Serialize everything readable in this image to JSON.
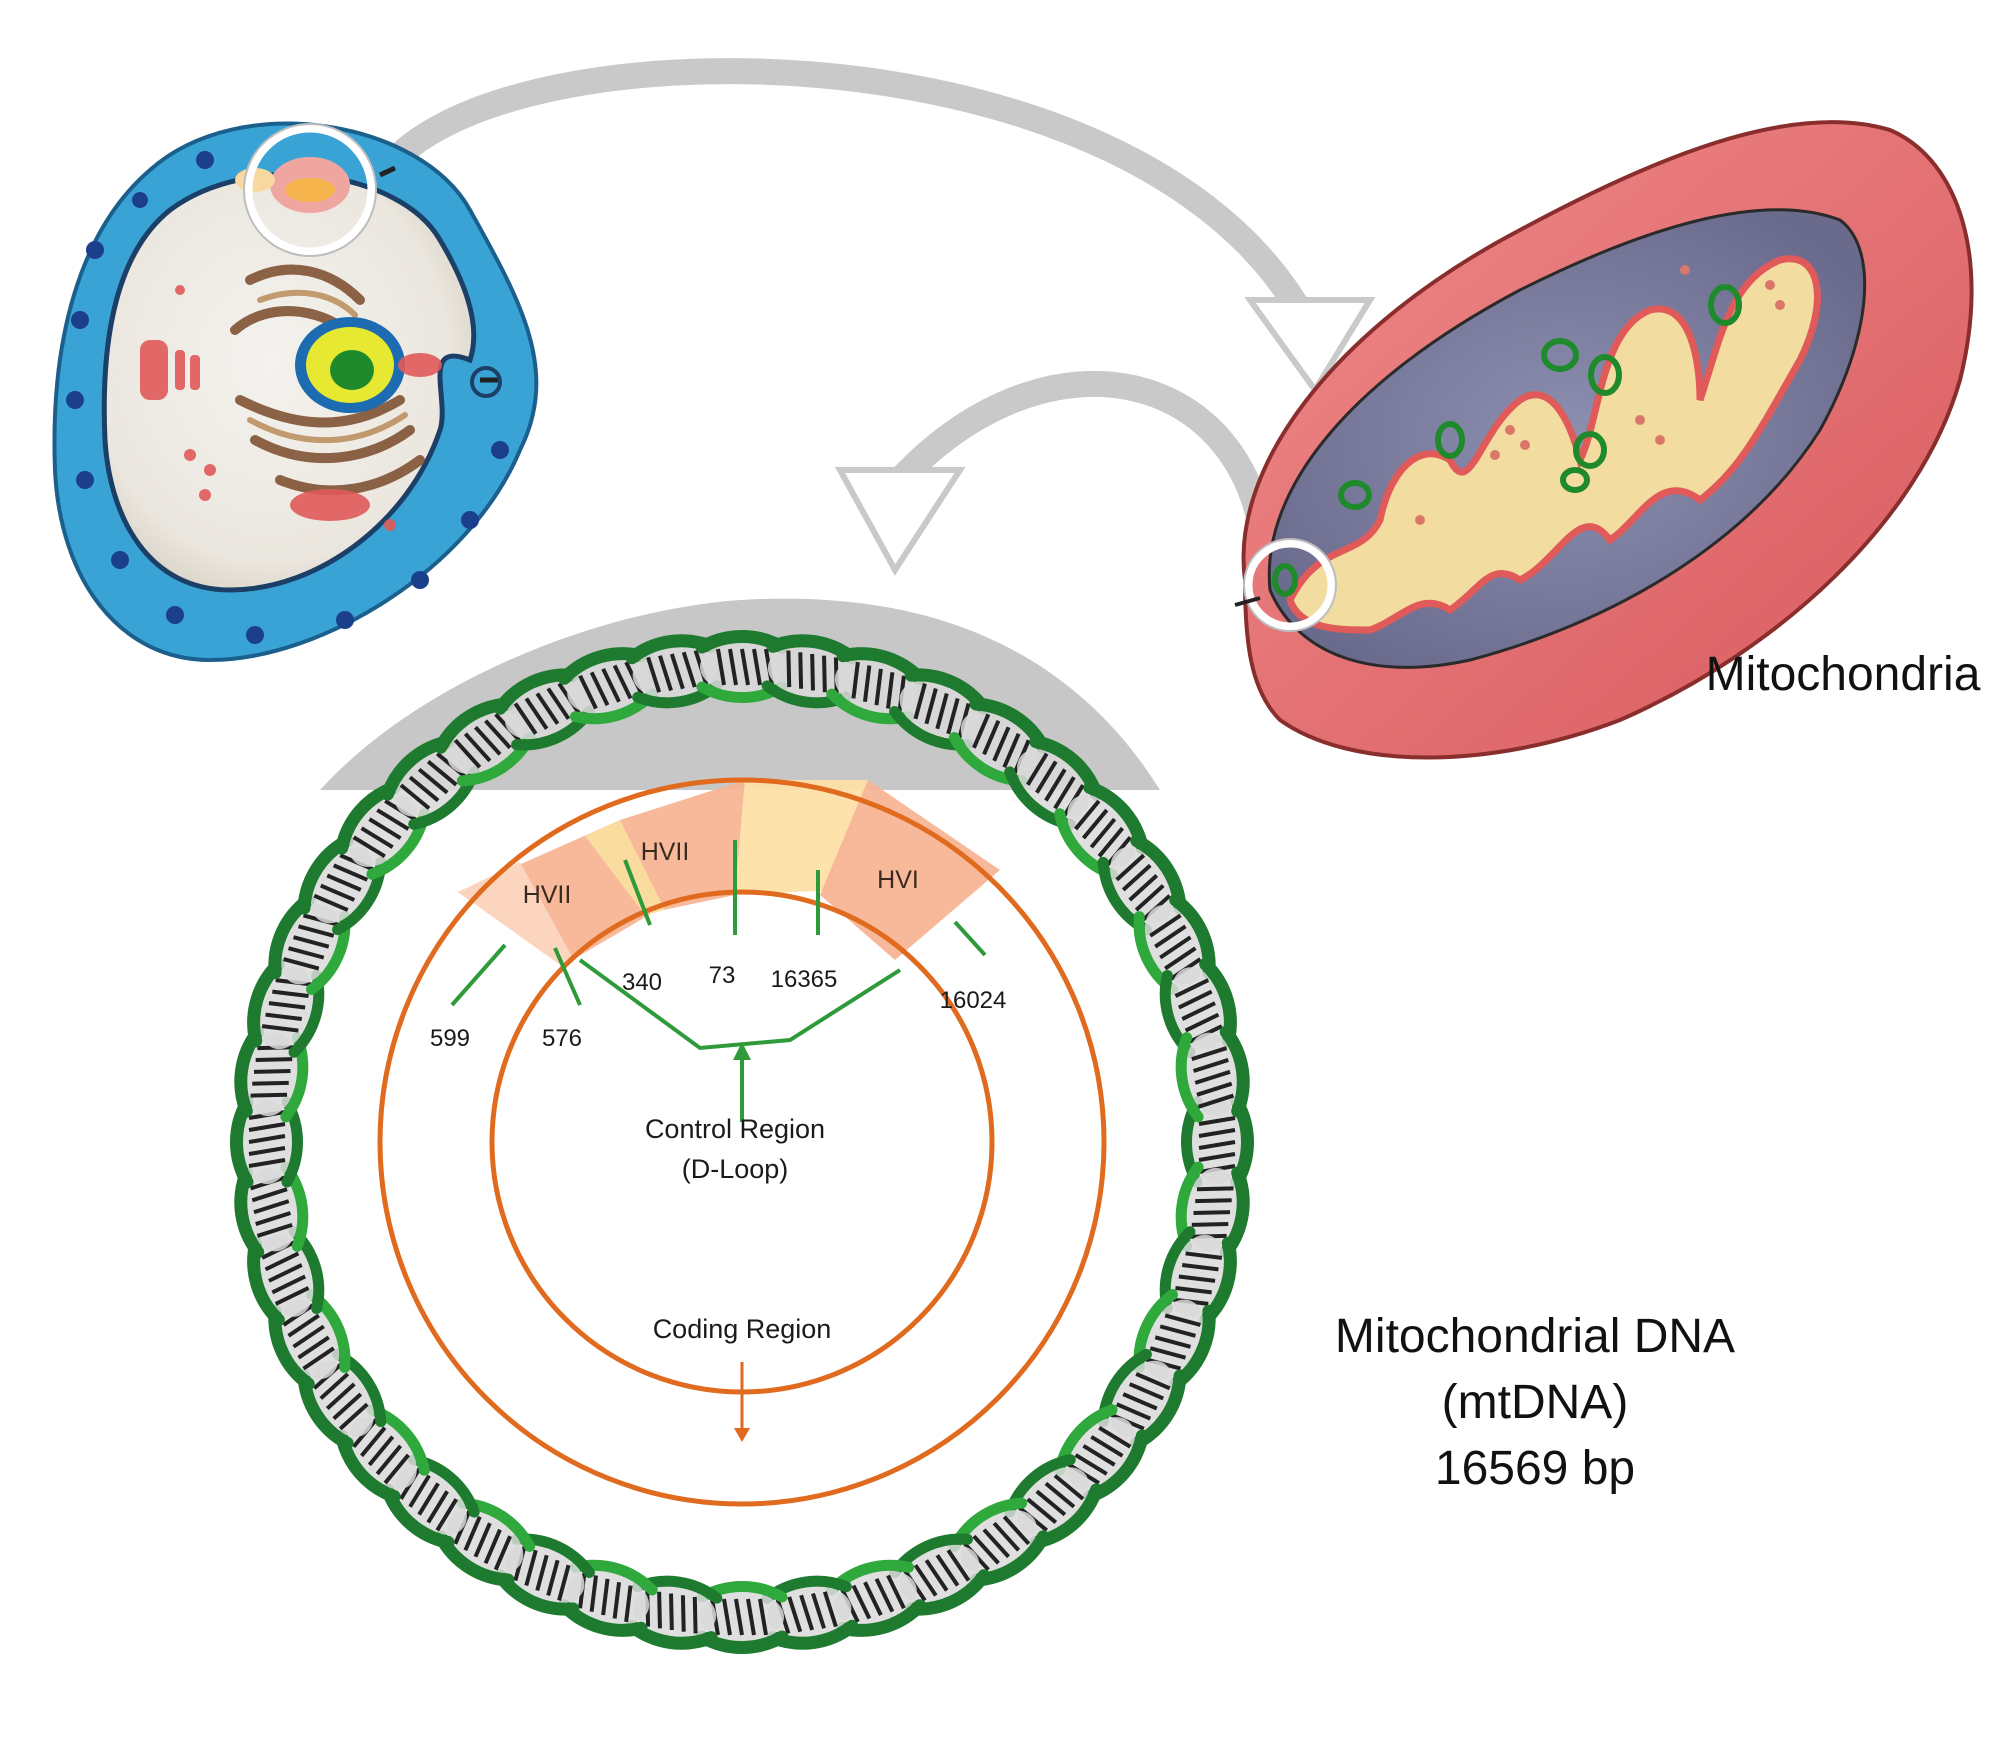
{
  "labels": {
    "mitochondria": "Mitochondria",
    "mtdna_line1": "Mitochondrial DNA",
    "mtdna_line2": "(mtDNA)",
    "mtdna_line3": "16569 bp",
    "control_region_line1": "Control Region",
    "control_region_line2": "(D-Loop)",
    "coding_region": "Coding Region"
  },
  "hypervariable_regions": [
    {
      "name": "HVII",
      "start": "576",
      "end": "599"
    },
    {
      "name": "HVII",
      "start": "73",
      "end": "340"
    },
    {
      "name": "HVI",
      "start": "16024",
      "end": "16365"
    }
  ],
  "positions": [
    "599",
    "576",
    "340",
    "73",
    "16365",
    "16024"
  ],
  "colors": {
    "dna_helix": "#1e7a2e",
    "region_ring": "#e06a1e",
    "hv_fill": "#f6a884",
    "hv_fill_alt": "#fbc88c",
    "cell_membrane": "#3aa3d6",
    "mitochondria_body": "#e46a6a",
    "pointer_arrow": "#bdbdbd"
  }
}
